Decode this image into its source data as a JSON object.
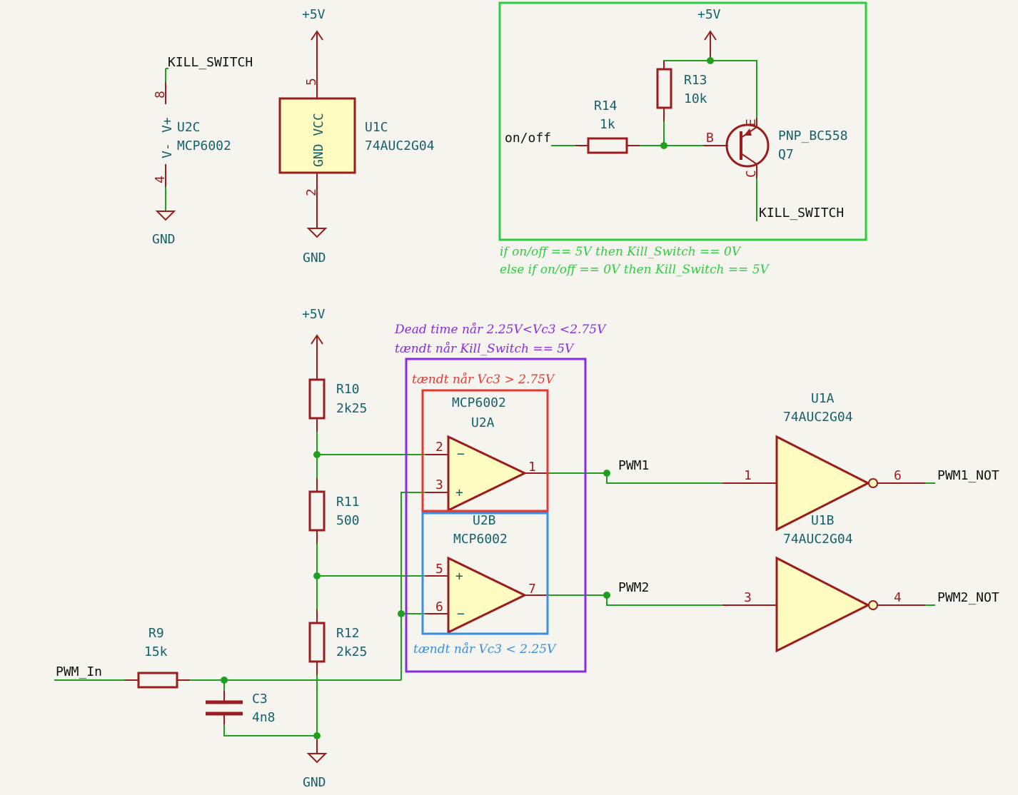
{
  "power": {
    "vcc": "+5V",
    "gnd": "GND"
  },
  "u2c": {
    "ref": "U2C",
    "value": "MCP6002",
    "net": "KILL_SWITCH",
    "pin_top": "8",
    "pin_bottom": "4",
    "vplus": "V+",
    "vminus": "V-"
  },
  "u1c": {
    "ref": "U1C",
    "value": "74AUC2G04",
    "pin_top": "5",
    "pin_bottom": "2",
    "inner": "GND VCC"
  },
  "kill_circuit": {
    "r14_ref": "R14",
    "r14_val": "1k",
    "r13_ref": "R13",
    "r13_val": "10k",
    "q_value": "PNP_BC558",
    "q_ref": "Q7",
    "input_net": "on/off",
    "output_net": "KILL_SWITCH",
    "pin_b": "B",
    "pin_c": "C",
    "pin_e": "E",
    "note_line1": "if on/off == 5V  then Kill_Switch == 0V",
    "note_line2": "else if on/off == 0V  then Kill_Switch == 5V"
  },
  "divider": {
    "r10_ref": "R10",
    "r10_val": "2k25",
    "r11_ref": "R11",
    "r11_val": "500",
    "r12_ref": "R12",
    "r12_val": "2k25"
  },
  "input_stage": {
    "net": "PWM_In",
    "r9_ref": "R9",
    "r9_val": "15k",
    "c3_ref": "C3",
    "c3_val": "4n8"
  },
  "opamps": {
    "u2a_value": "MCP6002",
    "u2a_ref": "U2A",
    "u2b_ref": "U2B",
    "u2b_value": "MCP6002",
    "u2a_pins": [
      "2",
      "3",
      "1"
    ],
    "u2b_pins": [
      "5",
      "6",
      "7"
    ],
    "minus": "−",
    "plus": "+"
  },
  "annotations": {
    "dead_time": "Dead time når 2.25V<Vc3 <2.75V",
    "tandt_kill": "tændt når Kill_Switch == 5V",
    "tandt_high": "tændt når Vc3 > 2.75V",
    "tandt_low": "tændt når Vc3 < 2.25V"
  },
  "outputs": {
    "pwm1": "PWM1",
    "pwm2": "PWM2",
    "u1a_ref": "U1A",
    "u1a_value": "74AUC2G04",
    "u1b_ref": "U1B",
    "u1b_value": "74AUC2G04",
    "u1a_in": "1",
    "u1a_out": "6",
    "u1b_in": "3",
    "u1b_out": "4",
    "pwm1_not": "PWM1_NOT",
    "pwm2_not": "PWM2_NOT"
  },
  "colors": {
    "wire": "#1f9e1f",
    "component": "#9b1c1c",
    "body_fill": "#fefcc0",
    "label": "#15616b",
    "box_green": "#2ecc40",
    "box_red": "#e53935",
    "box_blue": "#3b8fe0",
    "box_purple": "#8a2be2"
  }
}
